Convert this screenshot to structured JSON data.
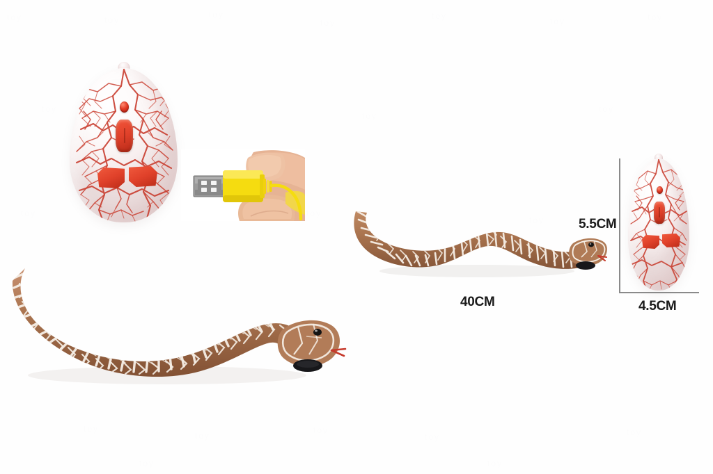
{
  "scene": {
    "kind": "product-photo-collage",
    "product_name": "Remote Control Snake Toy with Egg Controller",
    "background_color": "#fefefe"
  },
  "watermark": {
    "text": "toy",
    "visible": true,
    "color": "#fbfbfc",
    "note": "extremely faint tiled watermark texture"
  },
  "egg_remote_large": {
    "label": "egg-shaped remote control",
    "shell_color_light": "#ffffff",
    "crackle_color": "#c8392a",
    "button_color": "#e0412a",
    "buttons": [
      {
        "name": "led-indicator",
        "shape": "round"
      },
      {
        "name": "power-button",
        "shape": "rounded-rectangle"
      },
      {
        "name": "direction-left-button",
        "shape": "hexagon"
      },
      {
        "name": "direction-right-button",
        "shape": "hexagon"
      }
    ],
    "antenna": {
      "name": "antenna-nub",
      "color": "#f4e6e6"
    }
  },
  "egg_remote_small": {
    "label": "egg-shaped remote control",
    "shell_color_light": "#ffffff",
    "crackle_color": "#c8392a",
    "button_color": "#e0412a"
  },
  "usb_photo": {
    "label": "hand holding yellow USB charging cable",
    "cable_color": "#f5dc10",
    "connector_metal_color": "#8e8e8e",
    "skin_color": "#e8b795"
  },
  "snake_large": {
    "label": "remote control snake toy, large view",
    "body_color": "#a9734e",
    "pattern_color": "#f6efe6",
    "eye_color": "#141414",
    "tongue_color": "#c6392b",
    "wheel_color": "#17171a",
    "pose": "S-curve, head to the right"
  },
  "snake_small": {
    "label": "remote control snake toy, scaled view",
    "body_color": "#a9734e",
    "pattern_color": "#f6efe6",
    "eye_color": "#141414",
    "tongue_color": "#c6392b",
    "wheel_color": "#17171a",
    "pose": "S-curve, head to the right"
  },
  "dimensions": {
    "length": {
      "value": "40CM",
      "measures": "snake length"
    },
    "height": {
      "value": "5.5CM",
      "measures": "egg remote height"
    },
    "width": {
      "value": "4.5CM",
      "measures": "egg remote width"
    }
  }
}
